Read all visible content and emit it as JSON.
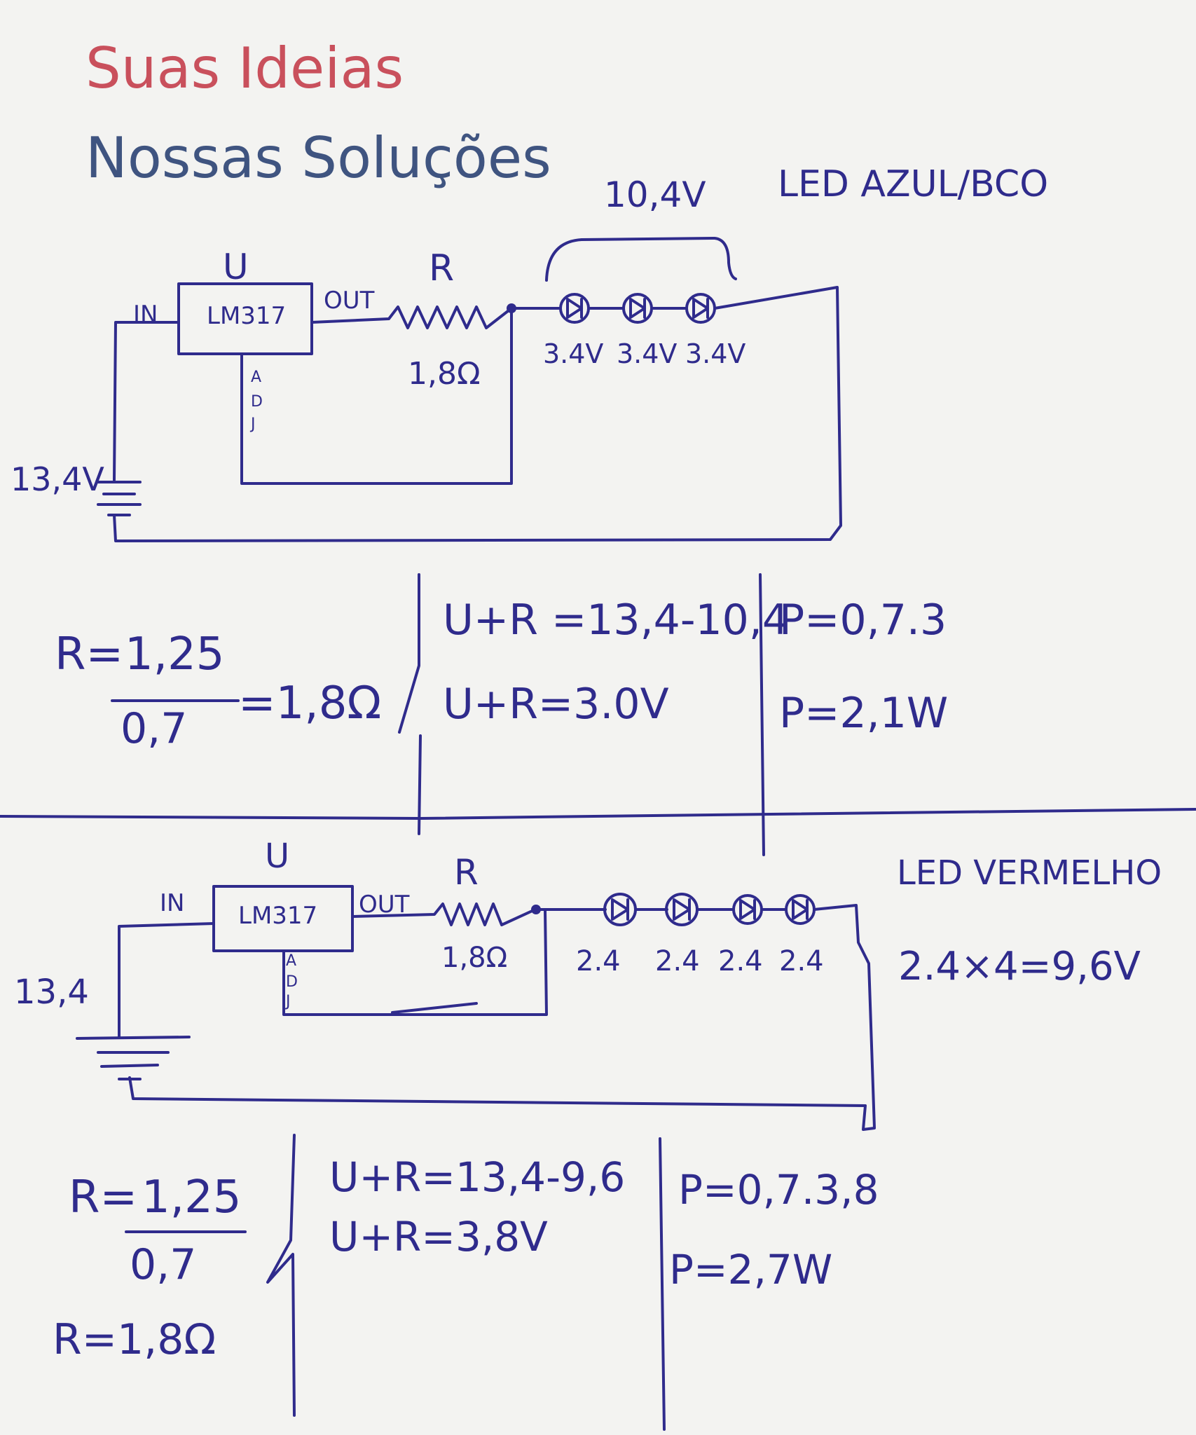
{
  "header": {
    "title": "Suas Ideias",
    "subtitle": "Nossas Soluções",
    "title_color": "#c9505c",
    "subtitle_color": "#3f5480"
  },
  "ink_color": "#2f2b8c",
  "circuit_blue": {
    "led_label": "LED AZUL/BCO",
    "led_sum": "10,4V",
    "regulator_letter": "U",
    "regulator_chip": "LM317",
    "pin_in": "IN",
    "pin_out": "OUT",
    "pin_adj": [
      "A",
      "D",
      "J"
    ],
    "resistor_letter": "R",
    "resistor_value": "1,8Ω",
    "supply": "13,4V",
    "led_voltages": [
      "3.4V",
      "3.4V",
      "3.4V"
    ]
  },
  "calc_blue": {
    "r_label": "R=",
    "numerator": "1,25",
    "denominator": "0,7",
    "r_result": "=1,8Ω",
    "ur_line1": "U+R =13,4-10,4",
    "ur_line2": "U+R=3.0V",
    "p_line1": "P=0,7.3",
    "p_line2": "P=2,1W"
  },
  "circuit_red": {
    "led_label": "LED VERMELHO",
    "led_formula": "2.4×4=9,6V",
    "regulator_letter": "U",
    "regulator_chip": "LM317",
    "pin_in": "IN",
    "pin_out": "OUT",
    "pin_adj": [
      "A",
      "D",
      "J"
    ],
    "resistor_letter": "R",
    "resistor_value": "1,8Ω",
    "supply": "13,4",
    "led_voltages": [
      "2.4",
      "2.4",
      "2.4",
      "2.4"
    ]
  },
  "calc_red": {
    "r_label": "R=",
    "numerator": "1,25",
    "denominator": "0,7",
    "r_result": "R=1,8Ω",
    "ur_line1": "U+R=13,4-9,6",
    "ur_line2": "U+R=3,8V",
    "p_line1": "P=0,7.3,8",
    "p_line2": "P=2,7W"
  }
}
